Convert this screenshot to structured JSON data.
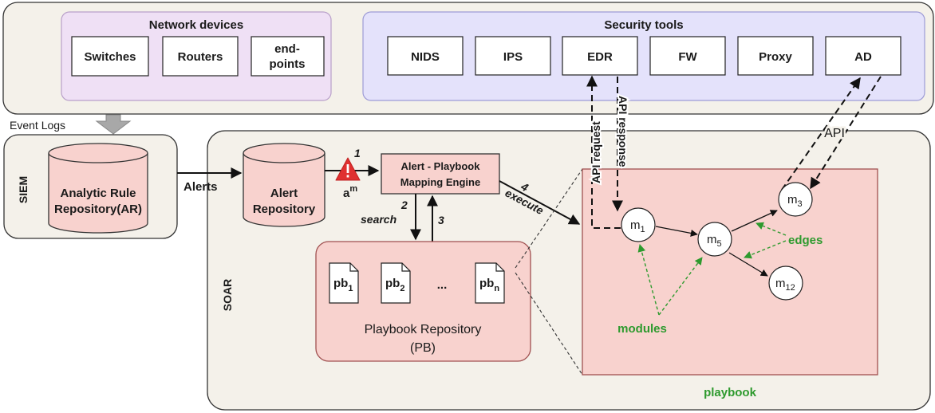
{
  "network_devices": {
    "title": "Network devices",
    "items": [
      "Switches",
      "Routers",
      "end-",
      "points"
    ]
  },
  "security_tools": {
    "title": "Security tools",
    "items": [
      "NIDS",
      "IPS",
      "EDR",
      "FW",
      "Proxy",
      "AD"
    ]
  },
  "siem": {
    "label": "SIEM",
    "event_logs": "Event Logs",
    "repo_line1": "Analytic Rule",
    "repo_line2": "Repository(AR)"
  },
  "soar": {
    "label": "SOAR",
    "alerts": "Alerts",
    "alert_repo_line1": "Alert",
    "alert_repo_line2": "Repository",
    "alert_symbol": "a",
    "alert_symbol_sup": "m",
    "step1": "1",
    "engine_line1": "Alert - Playbook",
    "engine_line2": "Mapping Engine",
    "step2": "2",
    "search": "search",
    "step3": "3",
    "step4": "4",
    "execute": "execute"
  },
  "playbook_repo": {
    "line1": "Playbook Repository",
    "line2": "(PB)",
    "pb_base": "pb",
    "pb_subs": [
      "1",
      "2",
      "n"
    ],
    "ellipsis": "..."
  },
  "playbook": {
    "label": "playbook",
    "modules_label": "modules",
    "edges_label": "edges",
    "nodes": [
      {
        "base": "m",
        "sub": "1"
      },
      {
        "base": "m",
        "sub": "5"
      },
      {
        "base": "m",
        "sub": "3"
      },
      {
        "base": "m",
        "sub": "12"
      }
    ]
  },
  "api": {
    "request": "API request",
    "response": "API response",
    "api": "API"
  },
  "colors": {
    "outer_bg": "#f4f1ea",
    "network_bg": "#efe0f5",
    "security_bg": "#e4e2fb",
    "pink_box": "#f8d2ce",
    "pink_stroke": "#a05050",
    "alert_icon": "#e03030",
    "green": "#2e9a2e"
  }
}
